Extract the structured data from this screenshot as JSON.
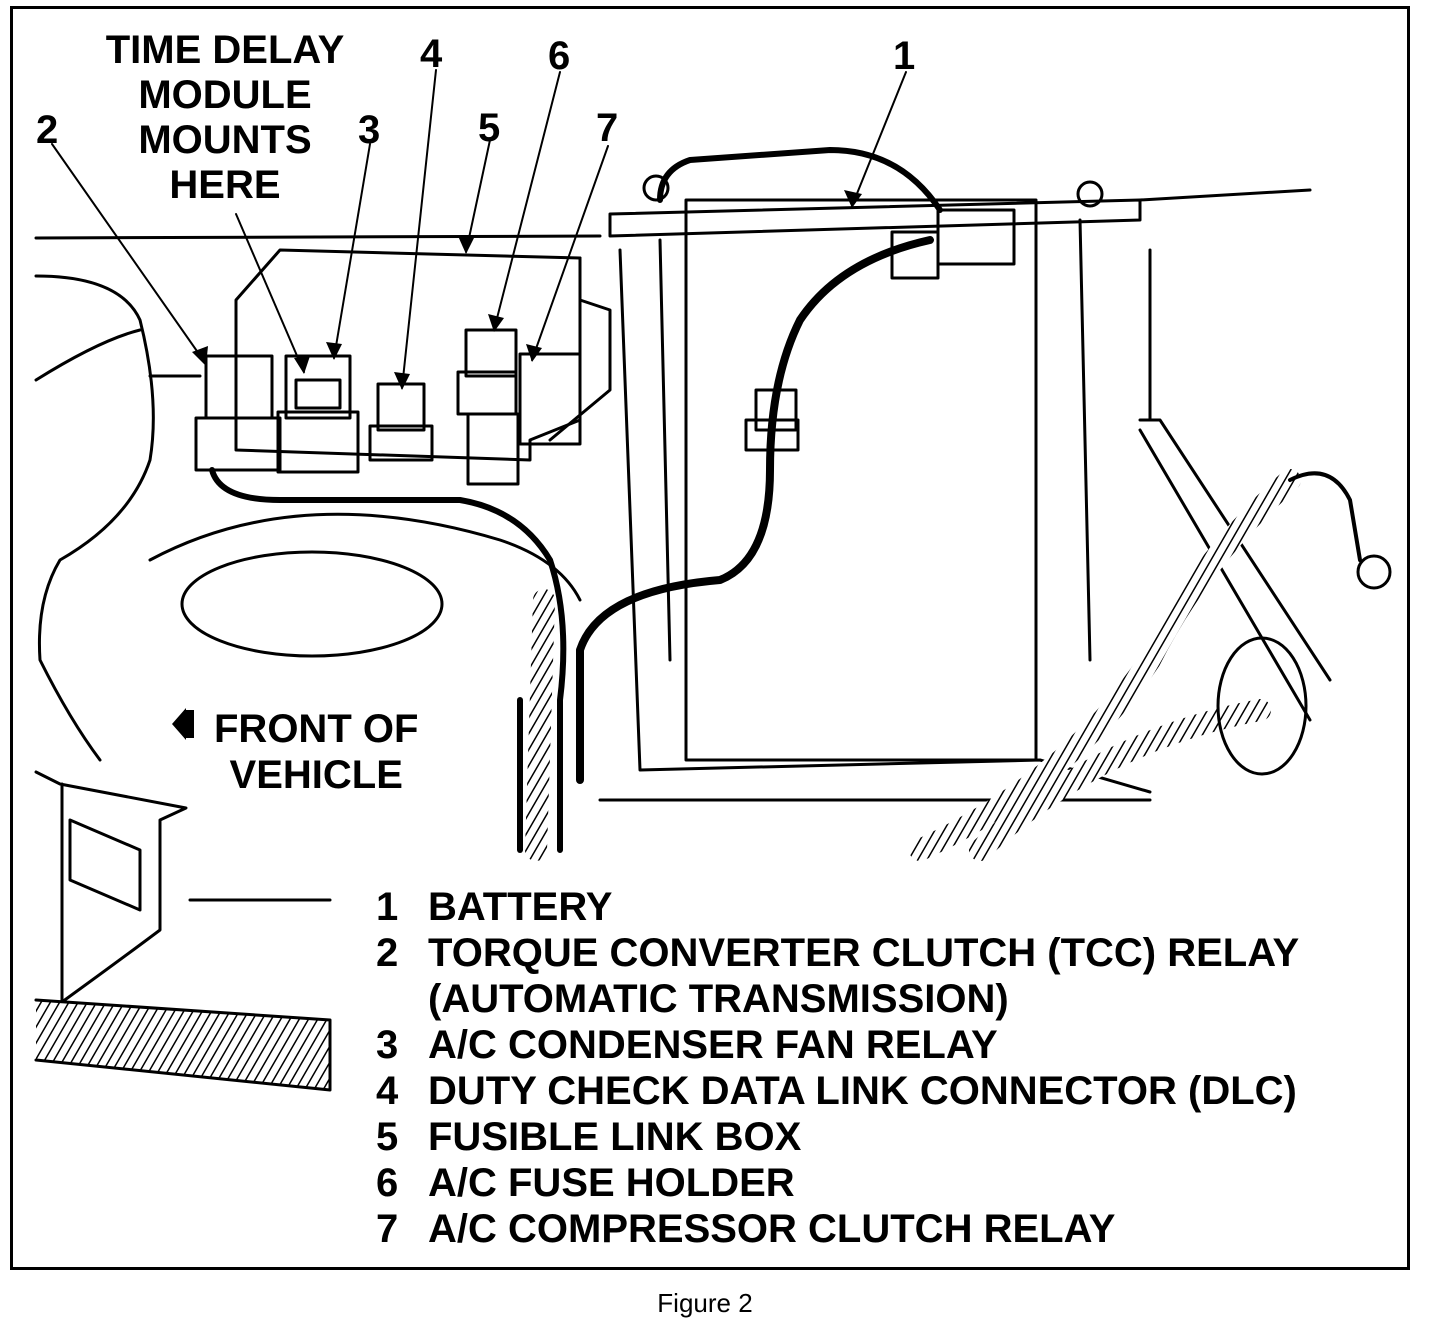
{
  "figure": {
    "caption": "Figure 2",
    "header_label": [
      "TIME DELAY",
      "MODULE",
      "MOUNTS",
      "HERE"
    ],
    "front_label": [
      "FRONT OF",
      "VEHICLE"
    ],
    "callouts": [
      "1",
      "2",
      "3",
      "4",
      "5",
      "6",
      "7"
    ],
    "legend": [
      {
        "num": "1",
        "text": "BATTERY"
      },
      {
        "num": "2",
        "text": "TORQUE CONVERTER CLUTCH (TCC) RELAY"
      },
      {
        "num": "",
        "text": "(AUTOMATIC TRANSMISSION)"
      },
      {
        "num": "3",
        "text": "A/C CONDENSER FAN RELAY"
      },
      {
        "num": "4",
        "text": "DUTY CHECK DATA LINK CONNECTOR (DLC)"
      },
      {
        "num": "5",
        "text": "FUSIBLE LINK BOX"
      },
      {
        "num": "6",
        "text": "A/C FUSE HOLDER"
      },
      {
        "num": "7",
        "text": "A/C COMPRESSOR CLUTCH RELAY"
      }
    ]
  }
}
